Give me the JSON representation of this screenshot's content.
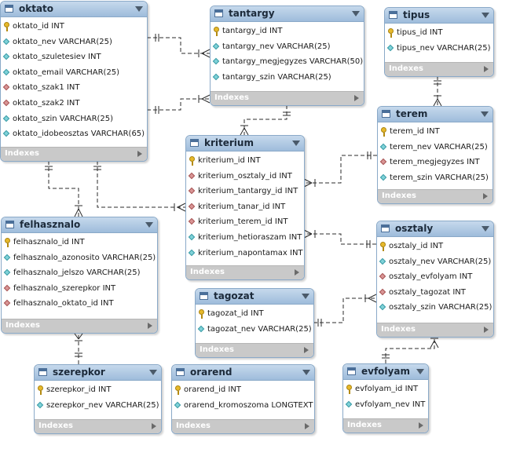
{
  "indexes_label": "Indexes",
  "colors": {
    "header": "#9ebcdb",
    "border": "#8aa9c8",
    "key": "#e7b92b",
    "column": "#7fd2d8",
    "foreign_key": "#d99595"
  },
  "tables": {
    "oktato": {
      "name": "oktato",
      "columns": [
        {
          "icon": "key-icon",
          "text": "oktato_id INT"
        },
        {
          "icon": "column-icon",
          "text": "oktato_nev VARCHAR(25)"
        },
        {
          "icon": "column-icon",
          "text": "oktato_szuletesiev INT"
        },
        {
          "icon": "column-icon",
          "text": "oktato_email VARCHAR(25)"
        },
        {
          "icon": "foreign-key-icon",
          "text": "oktato_szak1 INT"
        },
        {
          "icon": "foreign-key-icon",
          "text": "oktato_szak2 INT"
        },
        {
          "icon": "column-icon",
          "text": "oktato_szin VARCHAR(25)"
        },
        {
          "icon": "column-icon",
          "text": "oktato_idobeosztas VARCHAR(65)"
        }
      ]
    },
    "tantargy": {
      "name": "tantargy",
      "columns": [
        {
          "icon": "key-icon",
          "text": "tantargy_id INT"
        },
        {
          "icon": "column-icon",
          "text": "tantargy_nev VARCHAR(25)"
        },
        {
          "icon": "column-icon",
          "text": "tantargy_megjegyzes VARCHAR(50)"
        },
        {
          "icon": "column-icon",
          "text": "tantargy_szin VARCHAR(25)"
        }
      ]
    },
    "tipus": {
      "name": "tipus",
      "columns": [
        {
          "icon": "key-icon",
          "text": "tipus_id INT"
        },
        {
          "icon": "column-icon",
          "text": "tipus_nev VARCHAR(25)"
        }
      ]
    },
    "terem": {
      "name": "terem",
      "columns": [
        {
          "icon": "key-icon",
          "text": "terem_id INT"
        },
        {
          "icon": "column-icon",
          "text": "terem_nev VARCHAR(25)"
        },
        {
          "icon": "foreign-key-icon",
          "text": "terem_megjegyzes INT"
        },
        {
          "icon": "column-icon",
          "text": "terem_szin VARCHAR(25)"
        }
      ]
    },
    "kriterium": {
      "name": "kriterium",
      "columns": [
        {
          "icon": "key-icon",
          "text": "kriterium_id INT"
        },
        {
          "icon": "foreign-key-icon",
          "text": "kriterium_osztaly_id INT"
        },
        {
          "icon": "foreign-key-icon",
          "text": "kriterium_tantargy_id INT"
        },
        {
          "icon": "foreign-key-icon",
          "text": "kriterium_tanar_id INT"
        },
        {
          "icon": "foreign-key-icon",
          "text": "kriterium_terem_id INT"
        },
        {
          "icon": "column-icon",
          "text": "kriterium_hetioraszam INT"
        },
        {
          "icon": "column-icon",
          "text": "kriterium_napontamax INT"
        }
      ]
    },
    "felhasznalo": {
      "name": "felhasznalo",
      "columns": [
        {
          "icon": "key-icon",
          "text": "felhasznalo_id INT"
        },
        {
          "icon": "column-icon",
          "text": "felhasznalo_azonosito VARCHAR(25)"
        },
        {
          "icon": "column-icon",
          "text": "felhasznalo_jelszo VARCHAR(25)"
        },
        {
          "icon": "foreign-key-icon",
          "text": "felhasznalo_szerepkor INT"
        },
        {
          "icon": "foreign-key-icon",
          "text": "felhasznalo_oktato_id INT"
        }
      ]
    },
    "osztaly": {
      "name": "osztaly",
      "columns": [
        {
          "icon": "key-icon",
          "text": "osztaly_id INT"
        },
        {
          "icon": "column-icon",
          "text": "osztaly_nev VARCHAR(25)"
        },
        {
          "icon": "foreign-key-icon",
          "text": "osztaly_evfolyam INT"
        },
        {
          "icon": "foreign-key-icon",
          "text": "osztaly_tagozat INT"
        },
        {
          "icon": "column-icon",
          "text": "osztaly_szin VARCHAR(25)"
        }
      ]
    },
    "tagozat": {
      "name": "tagozat",
      "columns": [
        {
          "icon": "key-icon",
          "text": "tagozat_id INT"
        },
        {
          "icon": "column-icon",
          "text": "tagozat_nev VARCHAR(25)"
        }
      ]
    },
    "szerepkor": {
      "name": "szerepkor",
      "columns": [
        {
          "icon": "key-icon",
          "text": "szerepkor_id INT"
        },
        {
          "icon": "column-icon",
          "text": "szerepkor_nev VARCHAR(25)"
        }
      ]
    },
    "orarend": {
      "name": "orarend",
      "columns": [
        {
          "icon": "key-icon",
          "text": "orarend_id INT"
        },
        {
          "icon": "column-icon",
          "text": "orarend_kromoszoma LONGTEXT"
        }
      ]
    },
    "evfolyam": {
      "name": "evfolyam",
      "columns": [
        {
          "icon": "key-icon",
          "text": "evfolyam_id INT"
        },
        {
          "icon": "column-icon",
          "text": "evfolyam_nev INT"
        }
      ]
    }
  }
}
